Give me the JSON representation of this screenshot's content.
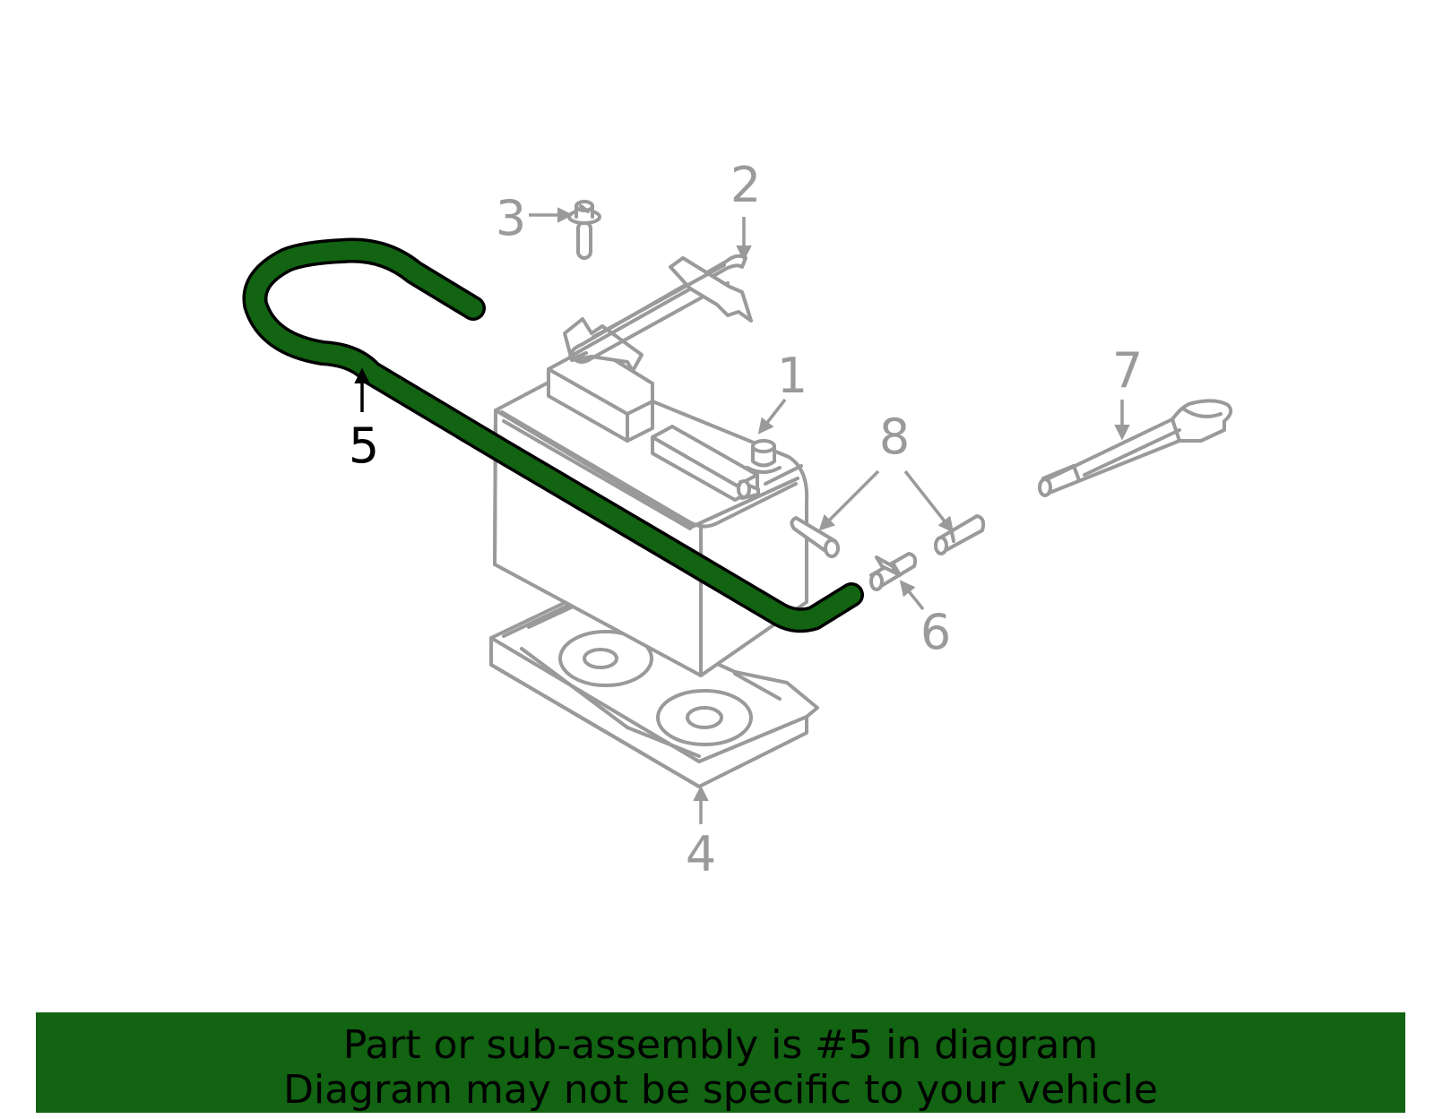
{
  "colors": {
    "line_art": "#9a9a9a",
    "highlight_part": "#126312",
    "highlight_outline": "#000000",
    "highlight_label": "#000000",
    "banner": "#126312",
    "banner_text": "#000000",
    "background": "#ffffff"
  },
  "highlighted_part": "5",
  "callouts": {
    "c1": "1",
    "c2": "2",
    "c3": "3",
    "c4": "4",
    "c5": "5",
    "c6": "6",
    "c7": "7",
    "c8": "8"
  },
  "footer": {
    "line1": "Part or sub-assembly is #5 in diagram",
    "line2": "Diagram may not be specific to your vehicle"
  }
}
